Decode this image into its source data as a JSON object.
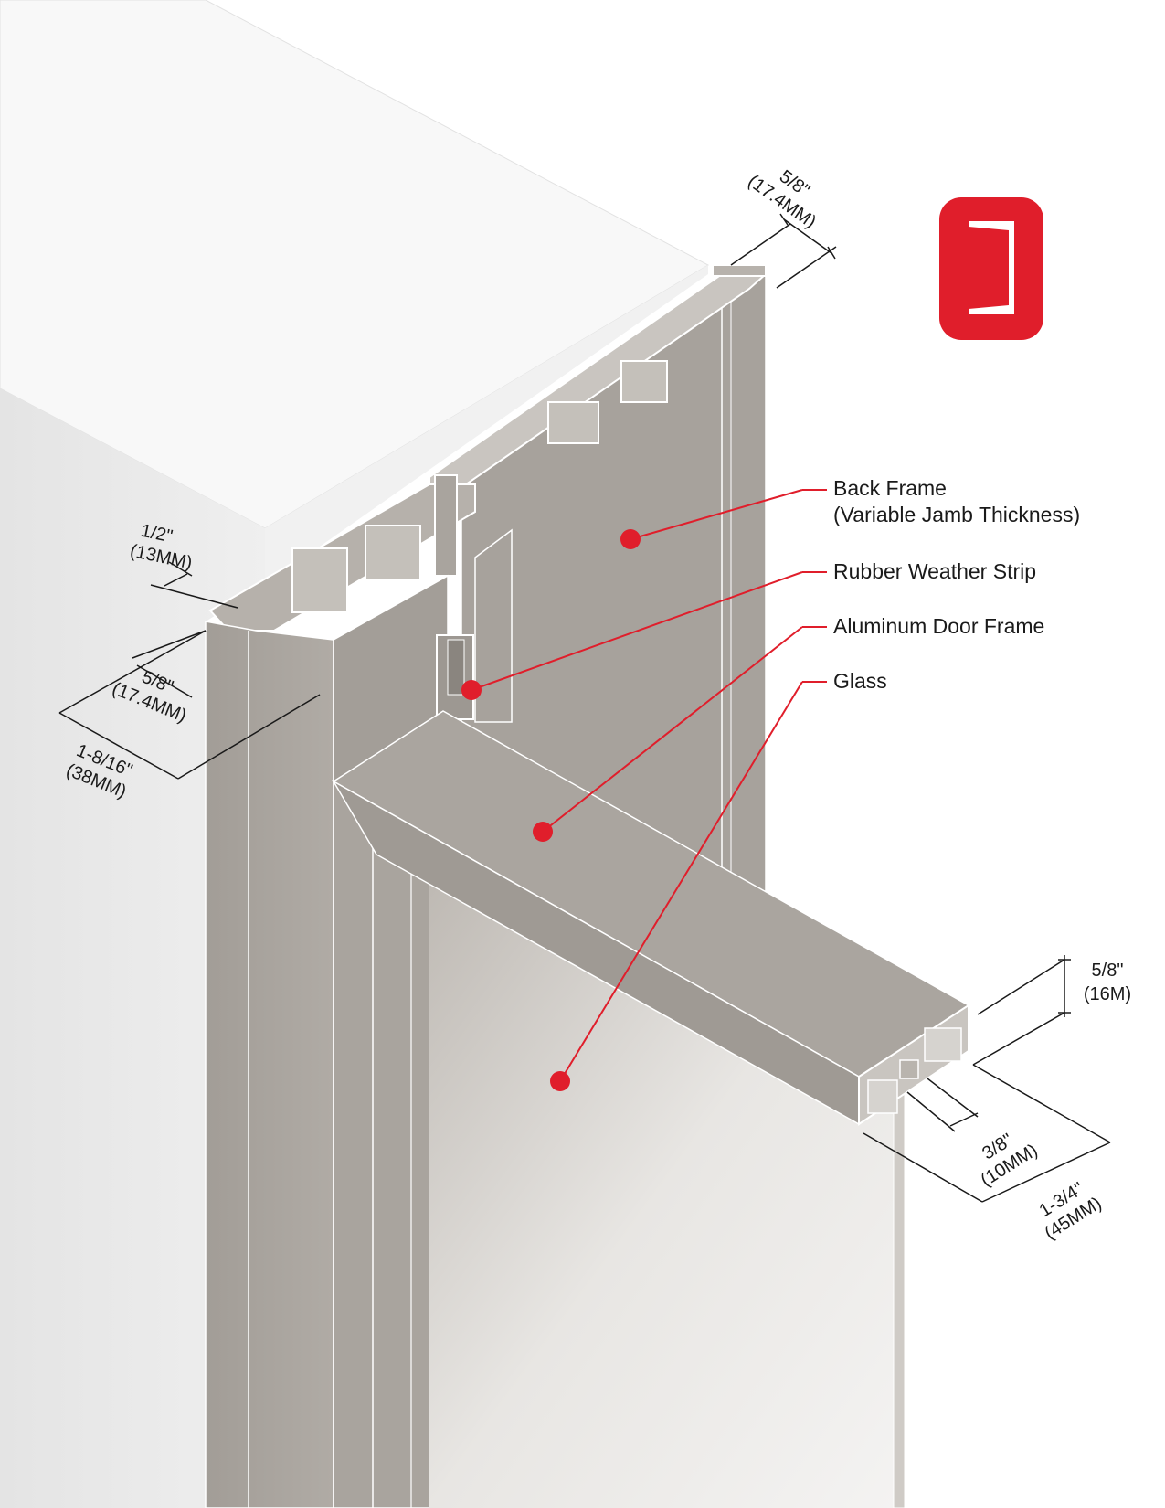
{
  "callouts": {
    "back_frame": {
      "line1": "Back Frame",
      "line2": "(Variable Jamb Thickness)"
    },
    "rubber_weather_strip": "Rubber Weather Strip",
    "aluminum_door_frame": "Aluminum Door Frame",
    "glass": "Glass"
  },
  "dimensions": {
    "top_right": {
      "fraction": "5/8\"",
      "metric": "(17.4MM)"
    },
    "left_top": {
      "fraction": "1/2\"",
      "metric": "(13MM)"
    },
    "left_mid": {
      "fraction": "5/8\"",
      "metric": "(17.4MM)"
    },
    "left_bottom": {
      "fraction": "1-8/16\"",
      "metric": "(38MM)"
    },
    "right_height": {
      "fraction": "5/8\"",
      "metric": "(16M)"
    },
    "right_slot": {
      "fraction": "3/8\"",
      "metric": "(10MM)"
    },
    "right_width": {
      "fraction": "1-3/4\"",
      "metric": "(45MM)"
    }
  },
  "colors": {
    "accent_red": "#e01e2b",
    "aluminum": "#a8a39d",
    "aluminum_dark": "#8f8a84",
    "wall": "#ececec",
    "wall_top": "#f7f7f7"
  },
  "logo": {
    "icon": "door-frame-logo-icon"
  }
}
